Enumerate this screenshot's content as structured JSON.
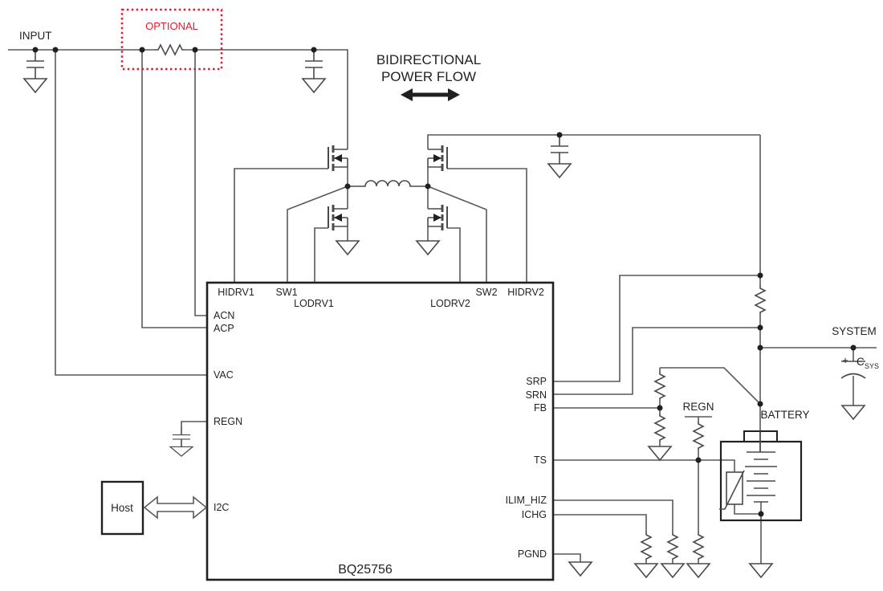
{
  "labels": {
    "input": "INPUT",
    "optional": "OPTIONAL",
    "bidi_line1": "BIDIRECTIONAL",
    "bidi_line2": "POWER FLOW",
    "system": "SYSTEM",
    "csys_plus": "+",
    "csys_symbol": "C",
    "csys_sub": "SYS",
    "battery": "BATTERY",
    "regn_rail": "REGN",
    "host": "Host"
  },
  "ic": {
    "name": "BQ25756",
    "pins": {
      "top": [
        "HIDRV1",
        "SW1",
        "LODRV1",
        "LODRV2",
        "SW2",
        "HIDRV2"
      ],
      "left": [
        "ACN",
        "ACP",
        "VAC",
        "REGN",
        "I2C"
      ],
      "right": [
        "SRP",
        "SRN",
        "FB",
        "TS",
        "ILIM_HIZ",
        "ICHG",
        "PGND"
      ]
    }
  },
  "components": {
    "mosfets": 4,
    "inductor": "power-inductor",
    "optional_part": "input-reverse-blocking-sense-resistor",
    "battery_pack": "battery-with-ntc-thermistor"
  },
  "colors": {
    "background": "#ffffff",
    "wire": "#58595b",
    "ink": "#231f20",
    "optional_red": "#e8192c"
  }
}
